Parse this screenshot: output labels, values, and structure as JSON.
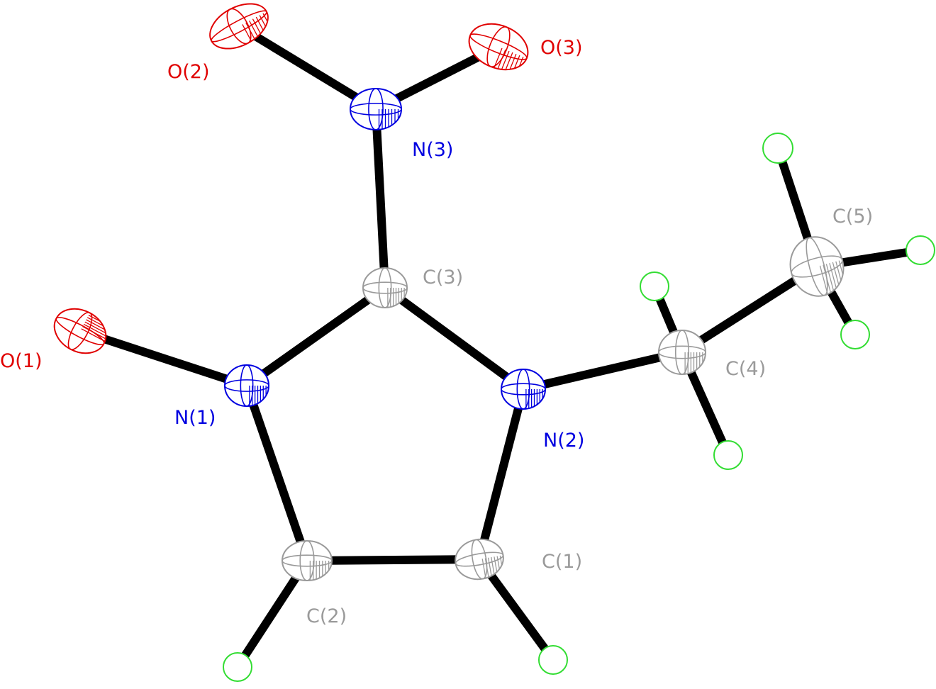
{
  "colors": {
    "bond": "#000000",
    "O": "#e00000",
    "N": "#0000e0",
    "C": "#9a9a9a",
    "H": "#33dd33",
    "background": "#ffffff"
  },
  "atoms": [
    {
      "id": "O1",
      "element": "O",
      "label": "O(1)"
    },
    {
      "id": "O2",
      "element": "O",
      "label": "O(2)"
    },
    {
      "id": "O3",
      "element": "O",
      "label": "O(3)"
    },
    {
      "id": "N1",
      "element": "N",
      "label": "N(1)"
    },
    {
      "id": "N2",
      "element": "N",
      "label": "N(2)"
    },
    {
      "id": "N3",
      "element": "N",
      "label": "N(3)"
    },
    {
      "id": "C1",
      "element": "C",
      "label": "C(1)"
    },
    {
      "id": "C2",
      "element": "C",
      "label": "C(2)"
    },
    {
      "id": "C3",
      "element": "C",
      "label": "C(3)"
    },
    {
      "id": "C4",
      "element": "C",
      "label": "C(4)"
    },
    {
      "id": "C5",
      "element": "C",
      "label": "C(5)"
    },
    {
      "id": "H1",
      "element": "H",
      "label": ""
    },
    {
      "id": "H2",
      "element": "H",
      "label": ""
    },
    {
      "id": "H4A",
      "element": "H",
      "label": ""
    },
    {
      "id": "H4B",
      "element": "H",
      "label": ""
    },
    {
      "id": "H5A",
      "element": "H",
      "label": ""
    },
    {
      "id": "H5B",
      "element": "H",
      "label": ""
    },
    {
      "id": "H5C",
      "element": "H",
      "label": ""
    }
  ],
  "bonds": [
    [
      "N1",
      "O1"
    ],
    [
      "N1",
      "C3"
    ],
    [
      "N1",
      "C2"
    ],
    [
      "C3",
      "N2"
    ],
    [
      "C3",
      "N3"
    ],
    [
      "N3",
      "O2"
    ],
    [
      "N3",
      "O3"
    ],
    [
      "N2",
      "C1"
    ],
    [
      "N2",
      "C4"
    ],
    [
      "C1",
      "C2"
    ],
    [
      "C2",
      "H2"
    ],
    [
      "C1",
      "H1"
    ],
    [
      "C4",
      "C5"
    ],
    [
      "C4",
      "H4A"
    ],
    [
      "C4",
      "H4B"
    ],
    [
      "C5",
      "H5A"
    ],
    [
      "C5",
      "H5B"
    ],
    [
      "C5",
      "H5C"
    ]
  ]
}
